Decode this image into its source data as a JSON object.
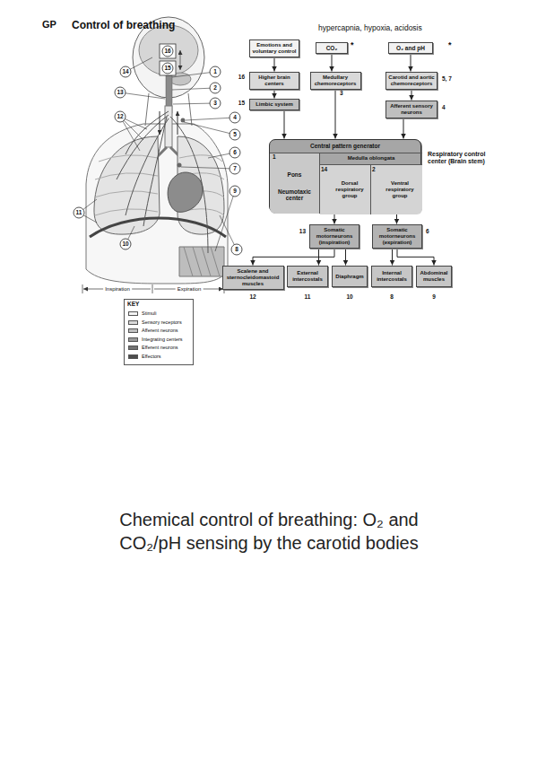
{
  "diagram": {
    "title": "Control of breathing",
    "caption": "Chemical control of breathing: O₂ and CO₂/pH sensing by the carotid bodies",
    "nodes": [
      {
        "text": [
          "Emotions and voluntary control"
        ]
      },
      {
        "text": [
          "CO₂"
        ]
      },
      {
        "text": [
          "O₂ and pH"
        ]
      },
      {
        "text": [
          "Higher brain centers"
        ]
      },
      {
        "text": [
          "Medullary chemoreceptors"
        ]
      },
      {
        "text": [
          "Carotid and aortic chemoreceptors"
        ]
      },
      {
        "text": [
          "Limbic system"
        ]
      },
      {
        "text": [
          "Afferent sensory neurons"
        ]
      },
      {
        "text": [
          "Central pattern generator",
          "Respiratory control center (Brain stem)"
        ]
      },
      {
        "text": [
          "Pons",
          "Neumotaxic center"
        ],
        "in": 8
      },
      {
        "text": [
          "Medulla oblongata"
        ],
        "in": 8
      },
      {
        "text": [
          "Dorsal respiratory group"
        ],
        "in": 10
      },
      {
        "text": [
          "Ventral respiratory group"
        ],
        "in": 10
      },
      {
        "text": [
          "Somatic motorneurons (inspiration)"
        ]
      },
      {
        "text": [
          "Somatic motorneurons (expiration)"
        ]
      },
      {
        "text": [
          "Scalene and sternocleidomastoid muscles"
        ]
      },
      {
        "text": [
          "External intercostals"
        ]
      },
      {
        "text": [
          "Diaphragm"
        ]
      },
      {
        "text": [
          "Internal intercostals"
        ]
      },
      {
        "text": [
          "Abdominal muscles"
        ]
      }
    ],
    "edges": [
      {
        "from": 0,
        "to": 3,
        "arrow": "to"
      },
      {
        "from": 1,
        "to": 4,
        "arrow": "to"
      },
      {
        "from": 2,
        "to": 5,
        "arrow": "to"
      },
      {
        "from": 3,
        "to": 6,
        "arrow": "to"
      },
      {
        "from": 5,
        "to": 7,
        "arrow": "to"
      },
      {
        "from": 6,
        "to": 8,
        "arrow": "to"
      },
      {
        "from": 4,
        "to": 8,
        "arrow": "to"
      },
      {
        "from": 7,
        "to": 8,
        "arrow": "to"
      },
      {
        "from": 8,
        "to": 13,
        "arrow": "to"
      },
      {
        "from": 8,
        "to": 14,
        "arrow": "to"
      },
      {
        "from": 13,
        "to": 15,
        "arrow": "to"
      },
      {
        "from": 13,
        "to": 16,
        "arrow": "to"
      },
      {
        "from": 13,
        "to": 17,
        "arrow": "to"
      },
      {
        "from": 14,
        "to": 18,
        "arrow": "to"
      },
      {
        "from": 14,
        "to": 19,
        "arrow": "to"
      }
    ],
    "labels": [
      "GP",
      "hypercapnia, hypoxia, acidosis",
      "*",
      "*",
      "16",
      "3",
      "5, 7",
      "15",
      "4",
      "1",
      "14",
      "2",
      "13",
      "6",
      "12",
      "11",
      "10",
      "8",
      "9",
      "16",
      "15",
      "14",
      "1",
      "2",
      "13",
      "3",
      "12",
      "4",
      "5",
      "6",
      "7",
      "9",
      "11",
      "10",
      "8",
      "Inspiration",
      "Expiration",
      "KEY"
    ],
    "legend": [
      {
        "text": "Stimuli",
        "color": "#f2f2f2"
      },
      {
        "text": "Sensory receptors",
        "color": "#d9d9d9"
      },
      {
        "text": "Afferent neurons",
        "color": "#bfbfbf"
      },
      {
        "text": "Integrating centers",
        "color": "#999999"
      },
      {
        "text": "Efferent neurons",
        "color": "#737373"
      },
      {
        "text": "Effectors",
        "color": "#4d4d4d"
      }
    ]
  }
}
